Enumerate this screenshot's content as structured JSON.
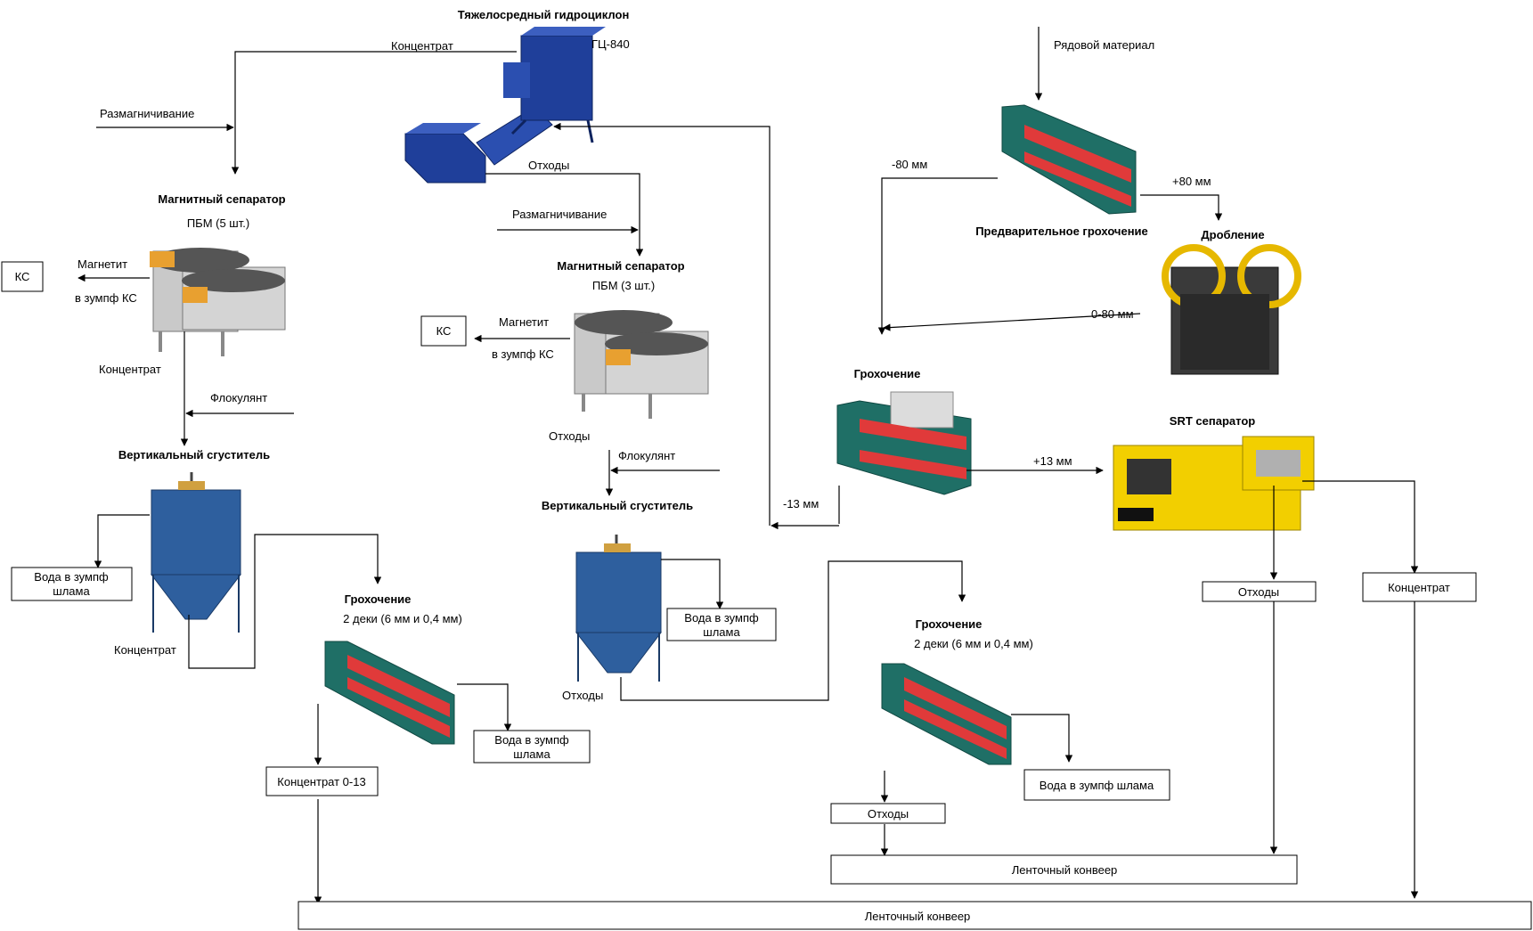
{
  "hydrocyclone": {
    "title": "Тяжелосредный гидроциклон",
    "model": "ГЦ-840"
  },
  "flows": {
    "concentrate_top": "Концентрат",
    "demag_left": "Размагничивание",
    "tailings_hc": "Отходы",
    "demag_mid": "Размагничивание",
    "raw_material": "Рядовой материал",
    "minus80": "-80 мм",
    "plus80": "+80 мм",
    "size_0_80": "0-80 мм",
    "plus13": "+13 мм",
    "minus13": "-13 мм"
  },
  "mag_sep_left": {
    "title": "Магнитный сепаратор",
    "model": "ПБМ (5 шт.)",
    "magnetite": "Магнетит",
    "sump": "в  зумпф КС",
    "concentrate": "Концентрат",
    "flocculant": "Флокулянт"
  },
  "mag_sep_mid": {
    "title": "Магнитный сепаратор",
    "model": "ПБМ (3 шт.)",
    "magnetite": "Магнетит",
    "sump": "в  зумпф КС",
    "tailings": "Отходы",
    "flocculant": "Флокулянт"
  },
  "thickener_left": {
    "title": "Вертикальный сгуститель",
    "concentrate": "Концентрат"
  },
  "thickener_mid": {
    "title": "Вертикальный сгуститель",
    "tailings": "Отходы"
  },
  "screen_left": {
    "title": "Грохочение",
    "subtitle": "2 деки (6 мм и 0,4 мм)"
  },
  "screen_mid": {
    "title": "Грохочение",
    "subtitle": "2 деки (6 мм и 0,4 мм)"
  },
  "screen_main": {
    "title": "Грохочение"
  },
  "pre_screen": {
    "title": "Предварительное грохочение"
  },
  "crusher": {
    "title": "Дробление"
  },
  "srt": {
    "title": "SRT сепаратор"
  },
  "boxes": {
    "ks_left": "КС",
    "ks_mid": "КС",
    "water_left_1": "Вода в зумпф",
    "water_left_2": "шлама",
    "water_mid_1": "Вода в зумпф",
    "water_mid_2": "шлама",
    "water_screen_1": "Вода в зумпф",
    "water_screen_2": "шлама",
    "water_right": "Вода в зумпф шлама",
    "conc_0_13": "Концентрат 0-13",
    "tailings_screen": "Отходы",
    "tailings_srt": "Отходы",
    "concentrate_srt": "Концентрат",
    "conveyor_upper": "Ленточный конвеер",
    "conveyor_lower": "Ленточный конвеер"
  },
  "colors": {
    "cyclone": "#1f3f9a",
    "screen_body": "#1f6f66",
    "screen_deck": "#e03a3a",
    "srt_body": "#f2cf00",
    "crusher_wheel": "#e6b800",
    "tank": "#2e5f9e"
  }
}
